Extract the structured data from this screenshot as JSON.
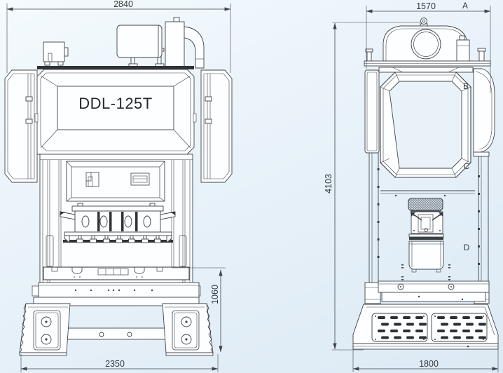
{
  "drawing": {
    "model_label": "DDL-125T",
    "front_view": {
      "dim_top_width": "2840",
      "dim_table_height": "1060",
      "dim_bottom_width": "2350"
    },
    "side_view": {
      "dim_top_width": "1570",
      "dim_total_height": "4103",
      "dim_bottom_width": "1800"
    },
    "callouts": {
      "a": "A",
      "b": "B",
      "c": "C",
      "d": "D"
    },
    "colors": {
      "background_top": "#f4fafd",
      "background_bottom": "#dce9f4",
      "line": "#3f444a",
      "dark_fill": "#2f3338",
      "machine_fill": "#fdfeff",
      "window_tint": "#e9f2f9",
      "text": "#33383d"
    }
  }
}
